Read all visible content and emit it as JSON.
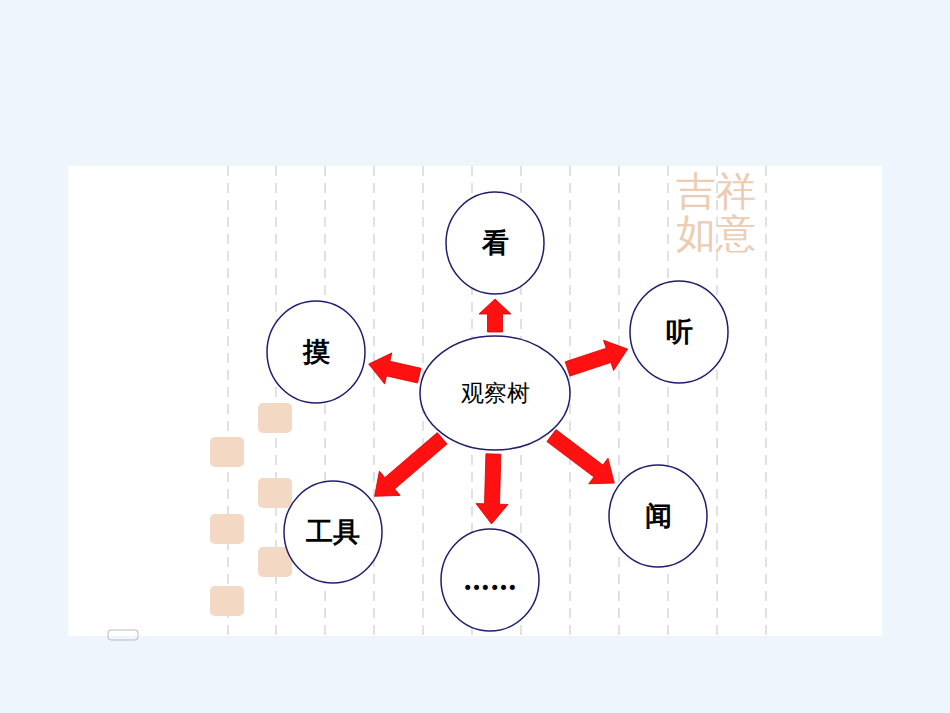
{
  "diagram": {
    "nodes": [
      {
        "text": [
          "看"
        ]
      },
      {
        "text": [
          "摸"
        ]
      },
      {
        "text": [
          "听"
        ]
      },
      {
        "text": [
          "观察树"
        ]
      },
      {
        "text": [
          "闻"
        ]
      },
      {
        "text": [
          "工具"
        ]
      },
      {
        "text": [
          "……"
        ]
      }
    ],
    "edges": [
      {
        "from": 3,
        "to": 0,
        "arrow": "to"
      },
      {
        "from": 3,
        "to": 1,
        "arrow": "to"
      },
      {
        "from": 3,
        "to": 2,
        "arrow": "to"
      },
      {
        "from": 3,
        "to": 4,
        "arrow": "to"
      },
      {
        "from": 3,
        "to": 5,
        "arrow": "to"
      },
      {
        "from": 3,
        "to": 6,
        "arrow": "to"
      }
    ],
    "labels": [
      "吉祥如意"
    ]
  }
}
